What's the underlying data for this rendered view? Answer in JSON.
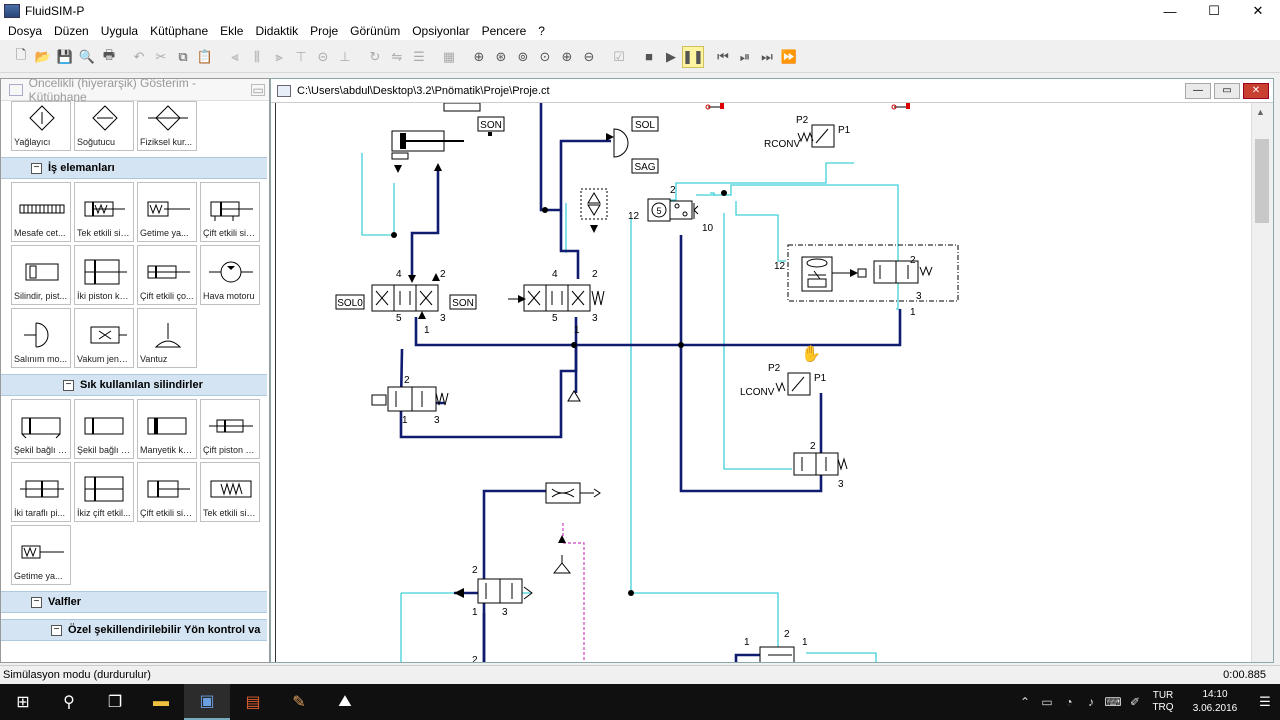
{
  "app": {
    "title": "FluidSIM-P",
    "controls": {
      "minimize": "—",
      "maximize": "☐",
      "close": "✕"
    }
  },
  "menu": [
    "Dosya",
    "Düzen",
    "Uygula",
    "Kütüphane",
    "Ekle",
    "Didaktik",
    "Proje",
    "Görünüm",
    "Opsiyonlar",
    "Pencere",
    "?"
  ],
  "library": {
    "title": "Öncelikli (hiyerarşik) Gösterim - Kütüphane",
    "top_row": [
      "Yağlayıcı",
      "Soğutucu",
      "Fiziksel kur..."
    ],
    "categories": [
      {
        "name": "İş elemanları",
        "indent": 1,
        "items": [
          "Mesafe cet...",
          "Tek etkili sili...",
          "Getime ya...",
          "Çift etkili sili...",
          "Silindir, pist...",
          "İki piston ko...",
          "Çift etkili ço...",
          "Hava motoru",
          "Salınım mo...",
          "Vakum jene...",
          "Vantuz"
        ]
      },
      {
        "name": "Sık kullanılan silindirler",
        "indent": 2,
        "items": [
          "Şekil bağlı p...",
          "Şekil bağlı p...",
          "Manyetik ka...",
          "Çift piston k...",
          "İki taraflı pi...",
          "İkiz çift etkil...",
          "Çift etkili sili...",
          "Tek etkili sili...",
          "Getime ya..."
        ]
      },
      {
        "name": "Valfler",
        "indent": 1,
        "items": []
      },
      {
        "name": "Özel şekillendirilebilir Yön kontrol va",
        "indent": 2,
        "items": []
      }
    ]
  },
  "circuit": {
    "path": "C:\\Users\\abdul\\Desktop\\3.2\\Pnömatik\\Proje\\Proje.ct",
    "labels": {
      "son_top": "SON",
      "sol_right": "SOL",
      "sag_right": "SAG",
      "p2_top": "P2",
      "p1_top": "P1",
      "rconv": "RCONV",
      "solo_left": "SOL0",
      "son_mid": "SON",
      "n2": "2",
      "n4": "4",
      "n5": "5",
      "n1": "1",
      "n3": "3",
      "n10": "10",
      "n12": "12",
      "n_timer": "5",
      "p2_low": "P2",
      "p1_low": "P1",
      "lconv": "LCONV"
    }
  },
  "status": {
    "mode": "Simülasyon modu (durdurulur)",
    "time": "0:00.885"
  },
  "taskbar": {
    "lang_top": "TUR",
    "lang_bottom": "TRQ",
    "clock_time": "14:10",
    "clock_date": "3.06.2016"
  }
}
